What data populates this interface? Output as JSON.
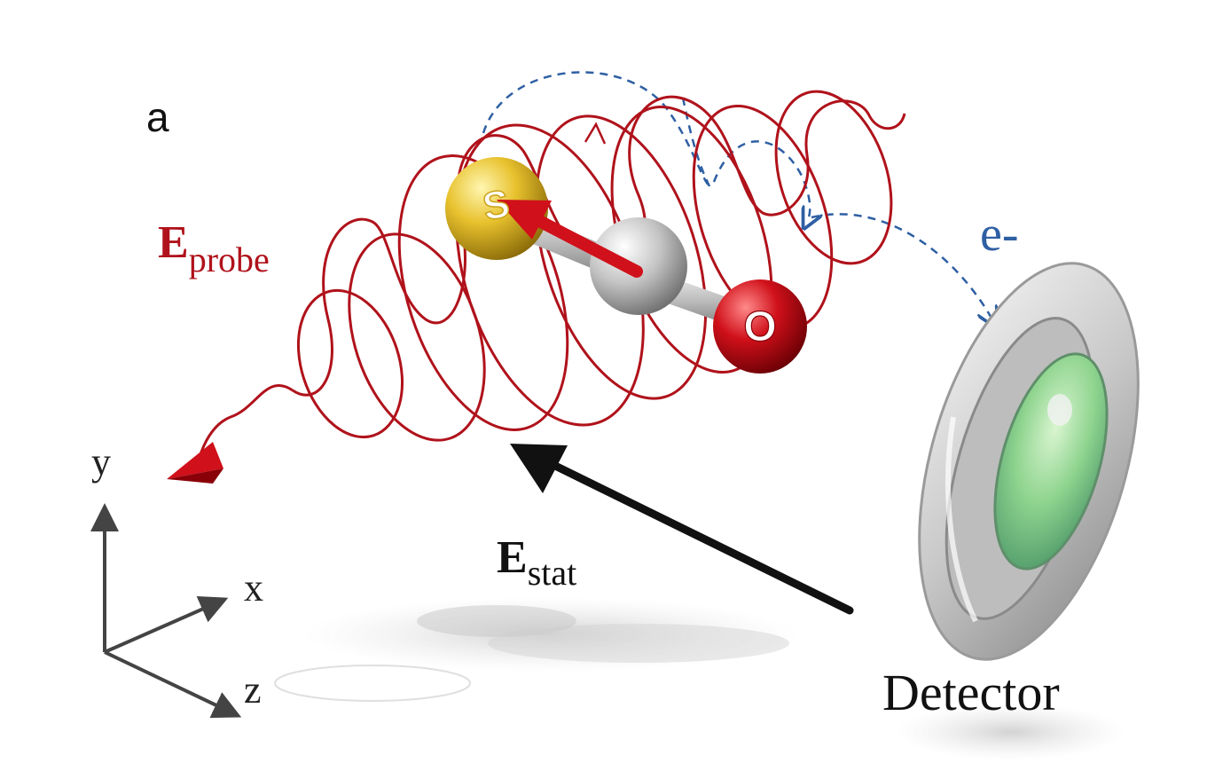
{
  "panel_label": "a",
  "probe_field": {
    "symbol": "E",
    "subscript": "probe"
  },
  "static_field": {
    "symbol": "E",
    "subscript": "stat"
  },
  "electron_label": "e-",
  "atoms": {
    "sulfur": "S",
    "oxygen": "O"
  },
  "detector_label": "Detector",
  "axes": {
    "y": "y",
    "x": "x",
    "z": "z"
  },
  "colors": {
    "probe": "#b0121b",
    "electron": "#2e5fa3",
    "static": "#111111",
    "sulfur": "#e8c22e",
    "carbon": "#bdbdbd",
    "oxygen": "#d0101a",
    "detector_ring": "#c8c8c8",
    "detector_screen": "#8fd48f"
  }
}
